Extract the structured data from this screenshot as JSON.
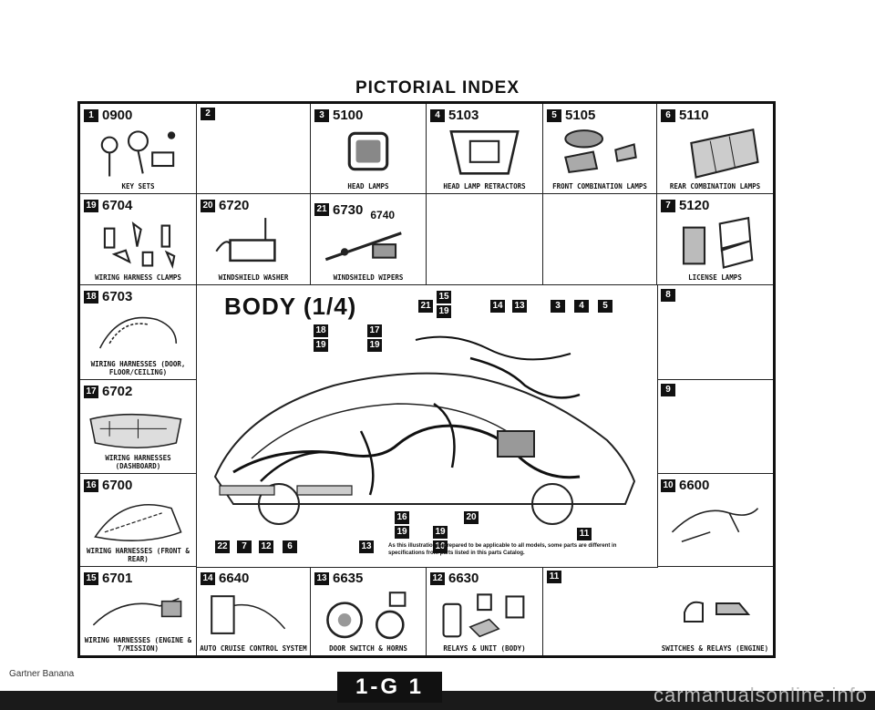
{
  "title": "PICTORIAL INDEX",
  "top_row": [
    {
      "num": "1",
      "code": "0900",
      "caption": "KEY SETS"
    },
    {
      "num": "2",
      "code": "",
      "caption": ""
    },
    {
      "num": "3",
      "code": "5100",
      "caption": "HEAD LAMPS"
    },
    {
      "num": "4",
      "code": "5103",
      "caption": "HEAD LAMP RETRACTORS"
    },
    {
      "num": "5",
      "code": "5105",
      "caption": "FRONT COMBINATION LAMPS"
    },
    {
      "num": "6",
      "code": "5110",
      "caption": "REAR COMBINATION LAMPS"
    }
  ],
  "second_row": [
    {
      "num": "19",
      "code": "6704",
      "caption": "WIRING HARNESS CLAMPS"
    },
    {
      "num": "20",
      "code": "6720",
      "caption": "WINDSHIELD WASHER"
    },
    {
      "num": "21",
      "code": "6730",
      "caption": "WINDSHIELD WIPERS",
      "extra": "6740"
    },
    {
      "num": "",
      "code": "",
      "caption": ""
    },
    {
      "num": "",
      "code": "",
      "caption": ""
    },
    {
      "num": "7",
      "code": "5120",
      "caption": "LICENSE LAMPS"
    }
  ],
  "left_col": [
    {
      "num": "18",
      "code": "6703",
      "caption": "WIRING HARNESSES (DOOR, FLOOR/CEILING)"
    },
    {
      "num": "17",
      "code": "6702",
      "caption": "WIRING HARNESSES (DASHBOARD)"
    },
    {
      "num": "16",
      "code": "6700",
      "caption": "WIRING HARNESSES (FRONT & REAR)"
    }
  ],
  "right_col": [
    {
      "num": "8",
      "code": "",
      "caption": ""
    },
    {
      "num": "9",
      "code": "",
      "caption": ""
    },
    {
      "num": "10",
      "code": "6600",
      "caption": ""
    }
  ],
  "bottom_row": [
    {
      "num": "15",
      "code": "6701",
      "caption": "WIRING HARNESSES (ENGINE & T/MISSION)"
    },
    {
      "num": "14",
      "code": "6640",
      "caption": "AUTO CRUISE CONTROL SYSTEM"
    },
    {
      "num": "13",
      "code": "6635",
      "caption": "DOOR SWITCH & HORNS"
    },
    {
      "num": "12",
      "code": "6630",
      "caption": "RELAYS & UNIT (BODY)"
    },
    {
      "num": "11",
      "code": "",
      "caption": "SWITCHES & RELAYS (ENGINE)"
    }
  ],
  "body": {
    "title": "BODY (1/4)",
    "callouts_top": [
      "21",
      "15",
      "19",
      "14",
      "13",
      "3",
      "4",
      "5"
    ],
    "callouts_left": [
      "18",
      "19",
      "17",
      "19"
    ],
    "callouts_bottom": [
      "22",
      "7",
      "12",
      "6",
      "13",
      "19",
      "10",
      "16",
      "19",
      "20",
      "11"
    ],
    "note": "As this illustration is prepared to be applicable to all models, some parts are different in specifications from parts listed in this parts Catalog."
  },
  "footer": {
    "brand": "Gartner Banana",
    "page": "1-G 1",
    "watermark": "carmanualsonline.info"
  }
}
